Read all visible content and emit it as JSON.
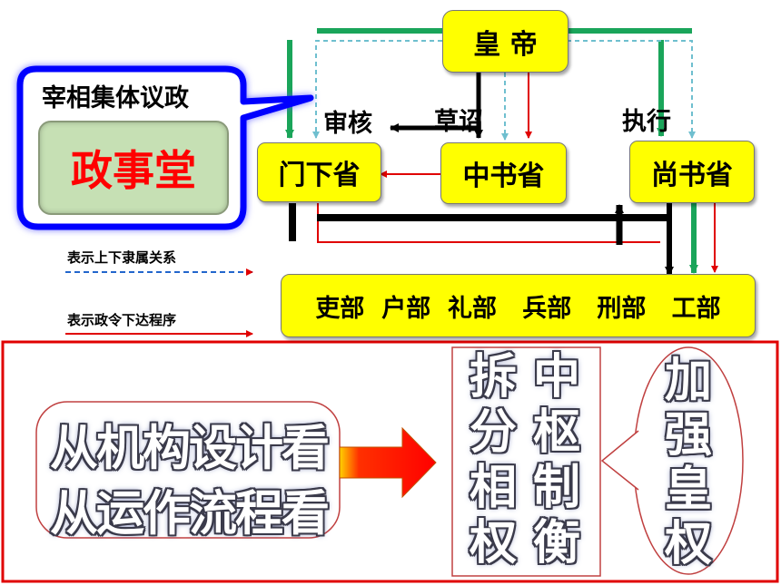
{
  "top": {
    "emperor": "皇 帝",
    "menxia": "门下省",
    "zhongshu": "中书省",
    "shangshu": "尚书省",
    "ministries": "吏部  户部  礼部   兵部   刑部   工部",
    "label_review": "审核",
    "label_draft": "草诏",
    "label_execute": "执行",
    "callout_title": "宰相集体议政",
    "callout_body": "政事堂",
    "legend_dashed": "表示上下隶属关系",
    "legend_red": "表示政令下达程序"
  },
  "bottom": {
    "left_line1": "从机构设计看",
    "left_line2": "从运作流程看",
    "col1": [
      "拆",
      "分",
      "相",
      "权"
    ],
    "col2": [
      "中",
      "枢",
      "制",
      "衡"
    ],
    "ellipse": [
      "加",
      "强",
      "皇",
      "权"
    ]
  },
  "colors": {
    "box_fill": "#ffff00",
    "callout_border": "#0000ff",
    "callout_fill": "#c6e0b4",
    "callout_text": "#ff0000",
    "green_arrow": "#1aa55a",
    "dashed_blue": "#6fbfcf",
    "order_red": "#e00000",
    "frame_red": "#e00000"
  }
}
